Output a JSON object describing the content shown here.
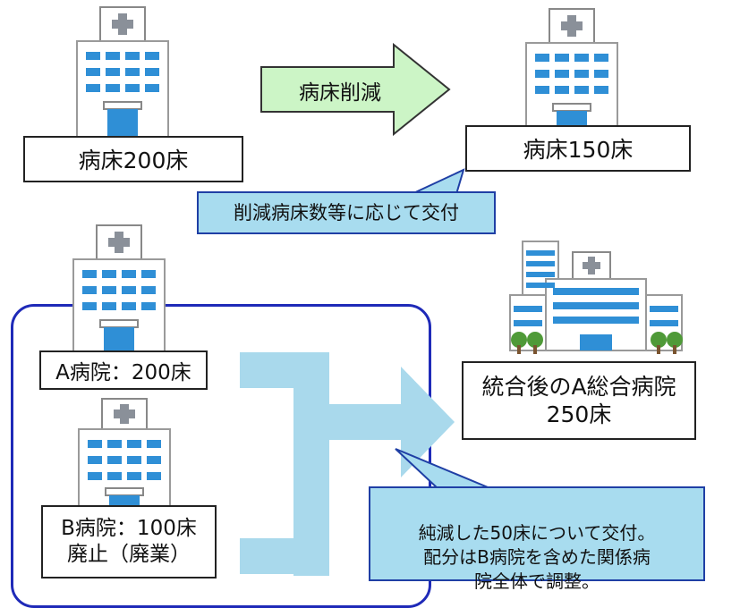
{
  "top": {
    "before_label": "病床200床",
    "arrow_label": "病床削減",
    "after_label": "病床150床",
    "callout": "削減病床数等に応じて交付"
  },
  "bottom": {
    "hospital_a_label": "A病院：200床",
    "hospital_b_label": "B病院：100床\n廃止（廃業）",
    "merged_label": "統合後のA総合病院\n250床",
    "callout": "純減した50床について交付。\n配分はB病院を含めた関係病\n院全体で調整。"
  },
  "colors": {
    "arrow_green": "#ccf5c6",
    "arrow_blue": "#a9d9ec",
    "callout_fill": "#a8dcef",
    "callout_border": "#1f3fa5",
    "frame_blue": "#1f2ab8"
  },
  "icons": [
    "hospital-icon",
    "large-hospital-icon"
  ]
}
